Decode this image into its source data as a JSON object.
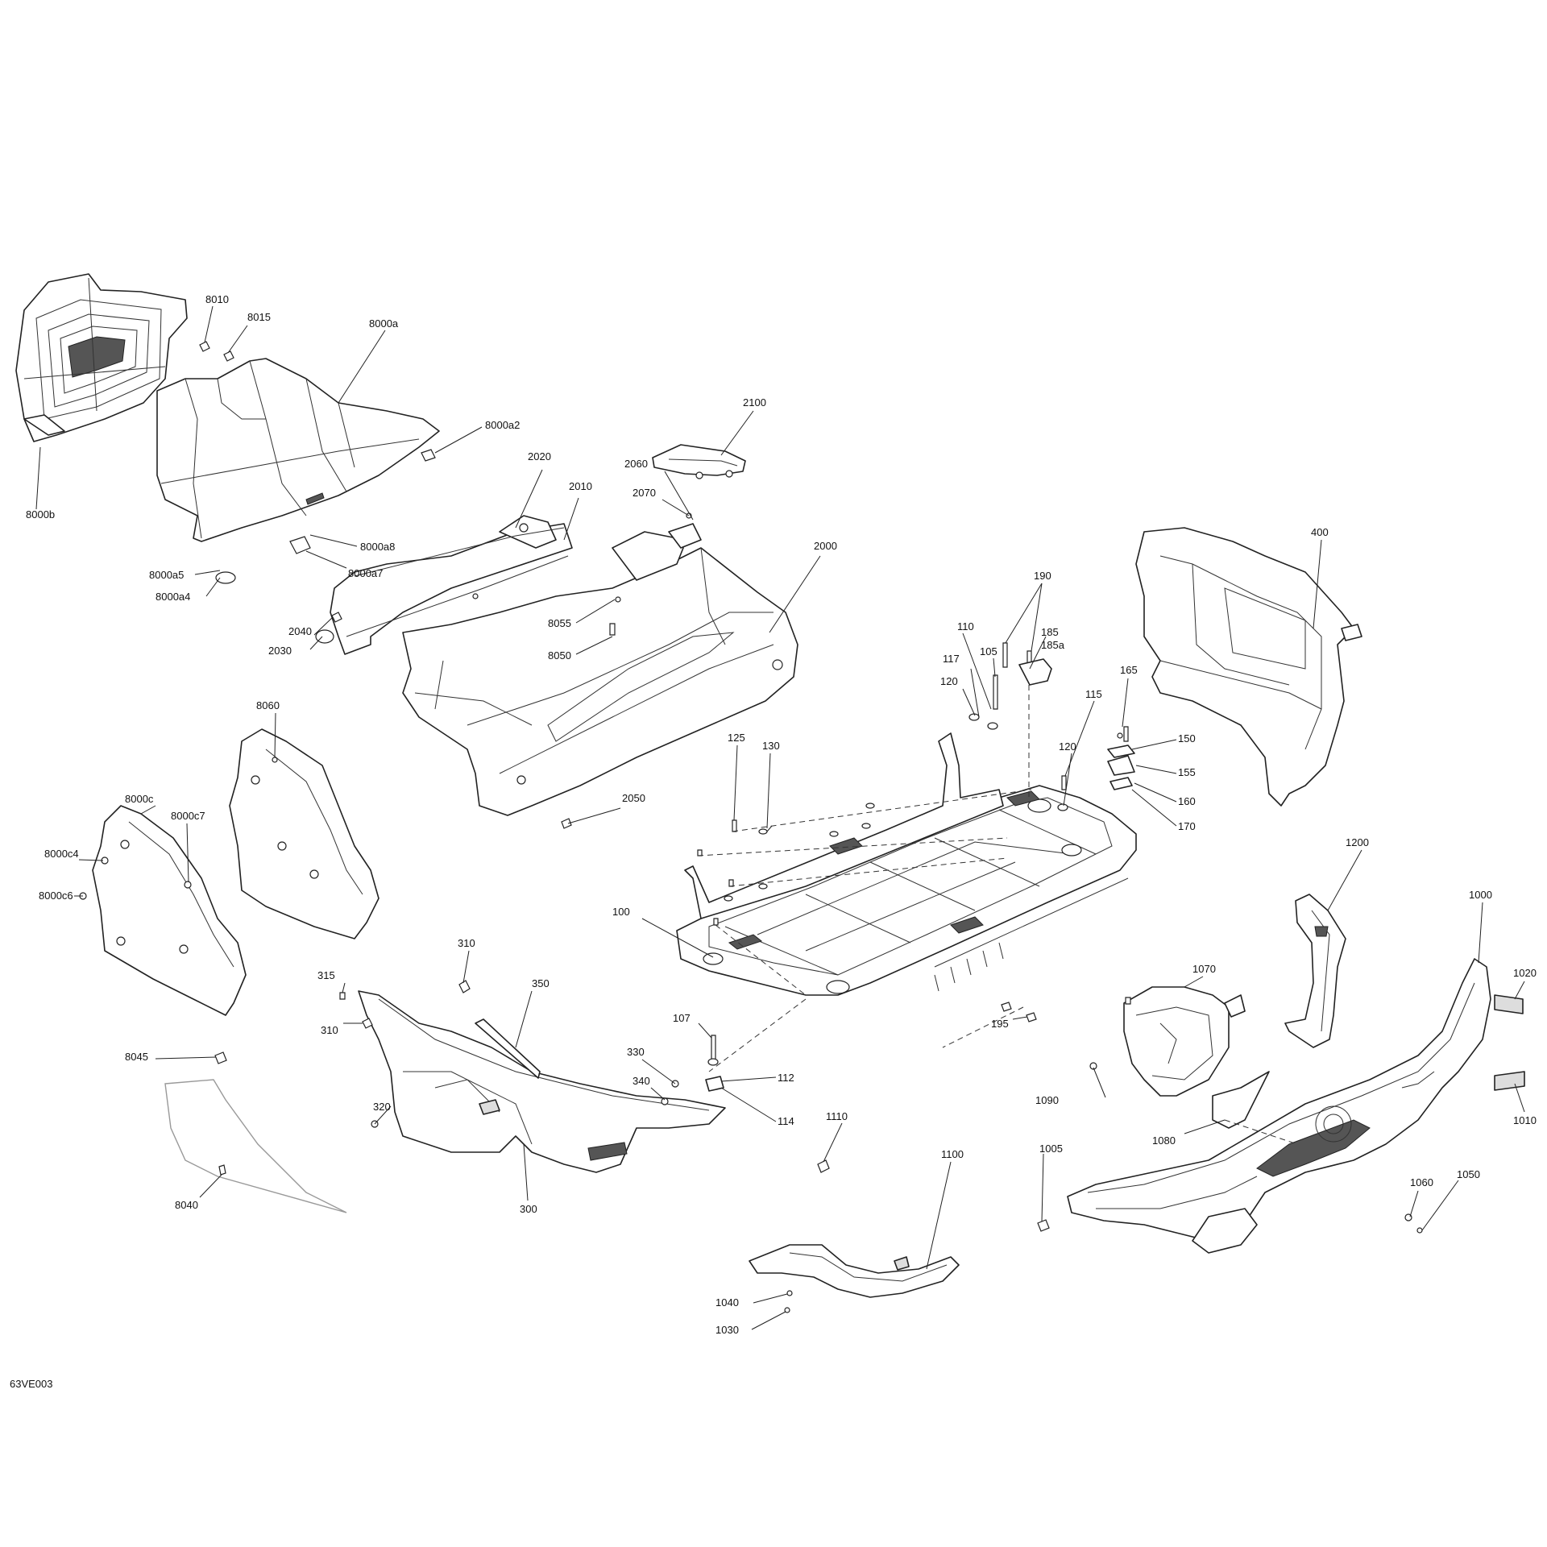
{
  "diagram_code": "63VE003",
  "callouts": [
    {
      "id": "8010",
      "text": "8010"
    },
    {
      "id": "8015",
      "text": "8015"
    },
    {
      "id": "8000a",
      "text": "8000a"
    },
    {
      "id": "8000a2",
      "text": "8000a2"
    },
    {
      "id": "8000b",
      "text": "8000b"
    },
    {
      "id": "8000a8",
      "text": "8000a8"
    },
    {
      "id": "8000a7",
      "text": "8000a7"
    },
    {
      "id": "8000a5",
      "text": "8000a5"
    },
    {
      "id": "8000a4",
      "text": "8000a4"
    },
    {
      "id": "2100",
      "text": "2100"
    },
    {
      "id": "2060",
      "text": "2060"
    },
    {
      "id": "2070",
      "text": "2070"
    },
    {
      "id": "2020",
      "text": "2020"
    },
    {
      "id": "2010",
      "text": "2010"
    },
    {
      "id": "2000",
      "text": "2000"
    },
    {
      "id": "2040",
      "text": "2040"
    },
    {
      "id": "2030",
      "text": "2030"
    },
    {
      "id": "8055",
      "text": "8055"
    },
    {
      "id": "8050",
      "text": "8050"
    },
    {
      "id": "2050",
      "text": "2050"
    },
    {
      "id": "400",
      "text": "400"
    },
    {
      "id": "190",
      "text": "190"
    },
    {
      "id": "110",
      "text": "110"
    },
    {
      "id": "185",
      "text": "185"
    },
    {
      "id": "185a",
      "text": "185a"
    },
    {
      "id": "117",
      "text": "117"
    },
    {
      "id": "105",
      "text": "105"
    },
    {
      "id": "120a",
      "text": "120"
    },
    {
      "id": "165",
      "text": "165"
    },
    {
      "id": "115",
      "text": "115"
    },
    {
      "id": "150",
      "text": "150"
    },
    {
      "id": "120b",
      "text": "120"
    },
    {
      "id": "155",
      "text": "155"
    },
    {
      "id": "160",
      "text": "160"
    },
    {
      "id": "170",
      "text": "170"
    },
    {
      "id": "125",
      "text": "125"
    },
    {
      "id": "130",
      "text": "130"
    },
    {
      "id": "8060",
      "text": "8060"
    },
    {
      "id": "8000c",
      "text": "8000c"
    },
    {
      "id": "8000c7",
      "text": "8000c7"
    },
    {
      "id": "8000c4",
      "text": "8000c4"
    },
    {
      "id": "8000c6",
      "text": "8000c6"
    },
    {
      "id": "100",
      "text": "100"
    },
    {
      "id": "1200",
      "text": "1200"
    },
    {
      "id": "1000",
      "text": "1000"
    },
    {
      "id": "310a",
      "text": "310"
    },
    {
      "id": "315",
      "text": "315"
    },
    {
      "id": "350",
      "text": "350"
    },
    {
      "id": "310b",
      "text": "310"
    },
    {
      "id": "1070",
      "text": "1070"
    },
    {
      "id": "1020",
      "text": "1020"
    },
    {
      "id": "195",
      "text": "195"
    },
    {
      "id": "8045",
      "text": "8045"
    },
    {
      "id": "107",
      "text": "107"
    },
    {
      "id": "112",
      "text": "112"
    },
    {
      "id": "330",
      "text": "330"
    },
    {
      "id": "340",
      "text": "340"
    },
    {
      "id": "114",
      "text": "114"
    },
    {
      "id": "1090",
      "text": "1090"
    },
    {
      "id": "320",
      "text": "320"
    },
    {
      "id": "1010",
      "text": "1010"
    },
    {
      "id": "1080",
      "text": "1080"
    },
    {
      "id": "1110",
      "text": "1110"
    },
    {
      "id": "1005",
      "text": "1005"
    },
    {
      "id": "1100",
      "text": "1100"
    },
    {
      "id": "1060",
      "text": "1060"
    },
    {
      "id": "1050",
      "text": "1050"
    },
    {
      "id": "300",
      "text": "300"
    },
    {
      "id": "8040",
      "text": "8040"
    },
    {
      "id": "1040",
      "text": "1040"
    },
    {
      "id": "1030",
      "text": "1030"
    }
  ]
}
